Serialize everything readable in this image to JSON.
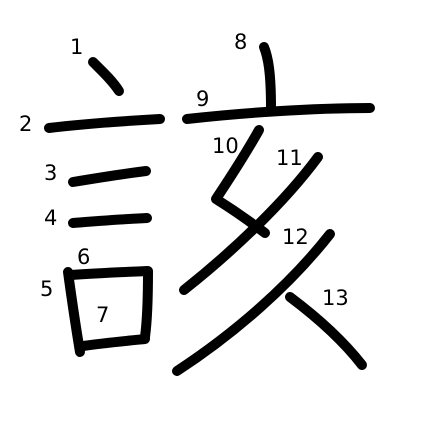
{
  "character": "該",
  "stroke_color": "#000000",
  "background_color": "#ffffff",
  "strokes": [
    {
      "order": "1"
    },
    {
      "order": "2"
    },
    {
      "order": "3"
    },
    {
      "order": "4"
    },
    {
      "order": "5"
    },
    {
      "order": "6"
    },
    {
      "order": "7"
    },
    {
      "order": "8"
    },
    {
      "order": "9"
    },
    {
      "order": "10"
    },
    {
      "order": "11"
    },
    {
      "order": "12"
    },
    {
      "order": "13"
    }
  ]
}
